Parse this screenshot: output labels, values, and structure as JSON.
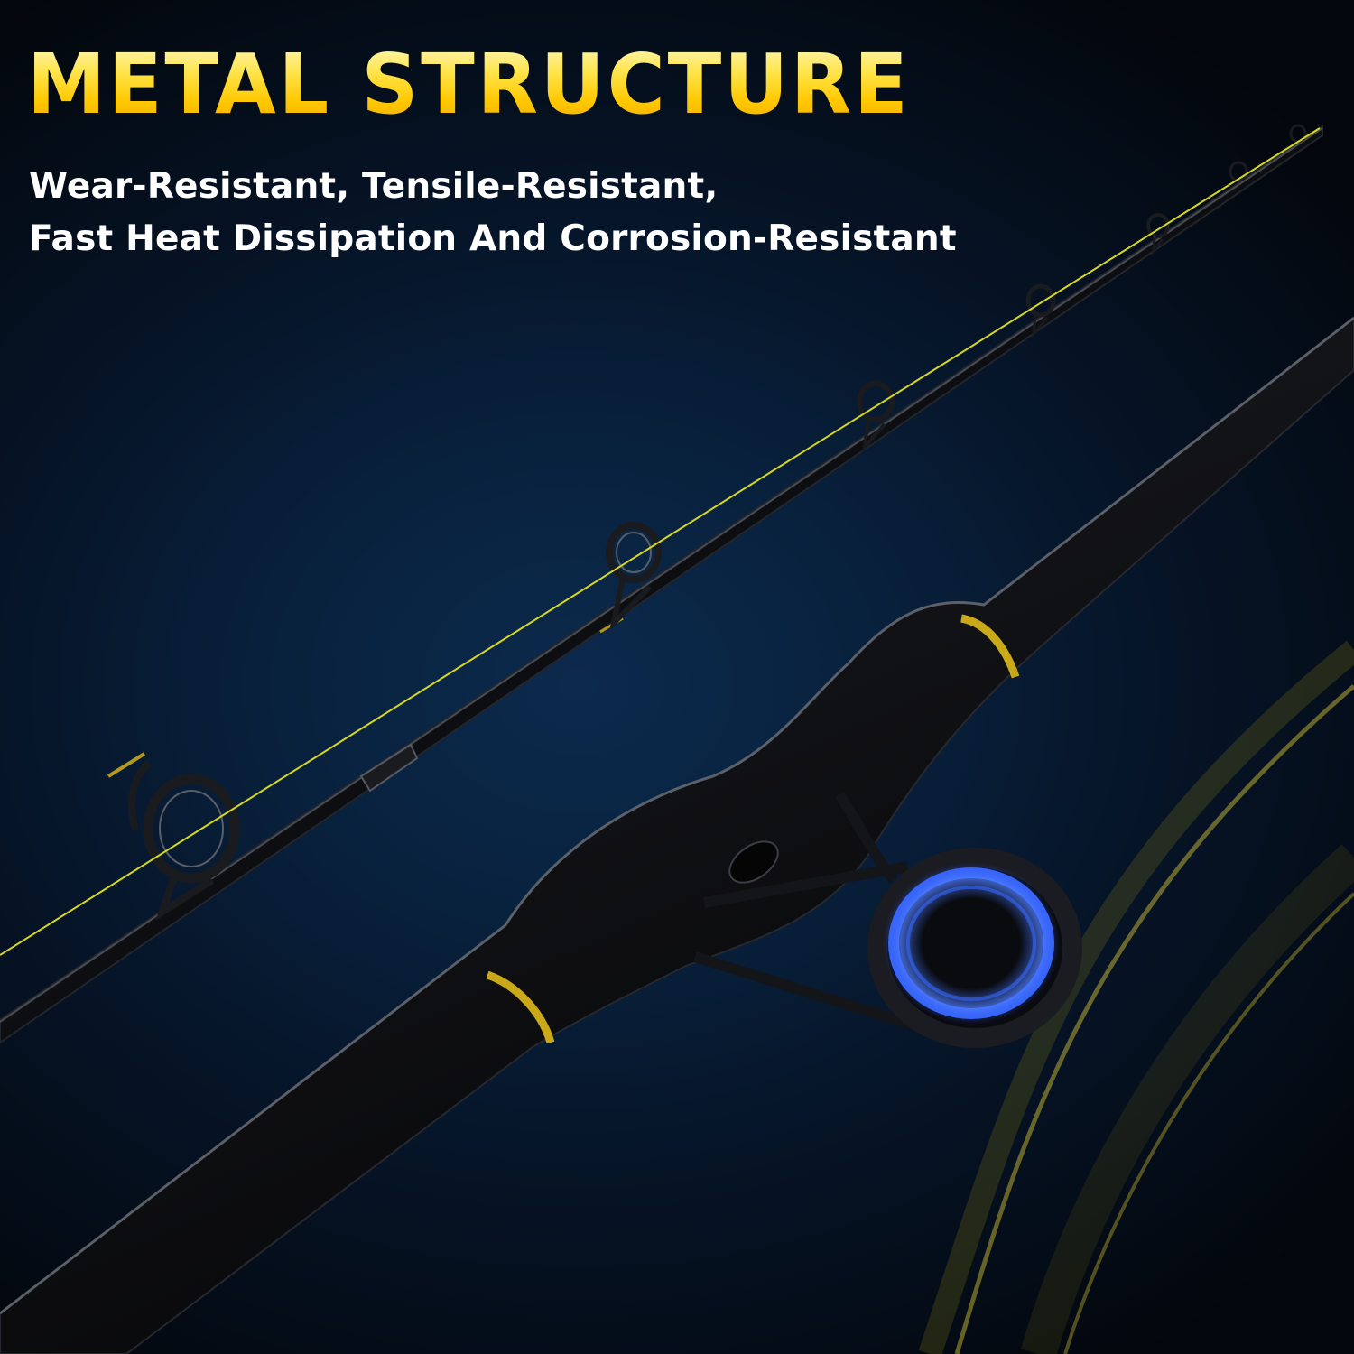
{
  "headline": "METAL STRUCTURE",
  "subheadline": {
    "line1": "Wear-Resistant, Tensile-Resistant,",
    "line2": "Fast Heat Dissipation And Corrosion-Resistant"
  },
  "colors": {
    "headline_yellow": "#ffd21a",
    "subheadline_white": "#ffffff",
    "background_navy": "#0b2442",
    "fishing_line_yellow": "#d8d81a",
    "guide_ring_blue": "#3a6bff",
    "rod_black": "#0b0b0d",
    "trim_gold": "#c9a81a"
  }
}
